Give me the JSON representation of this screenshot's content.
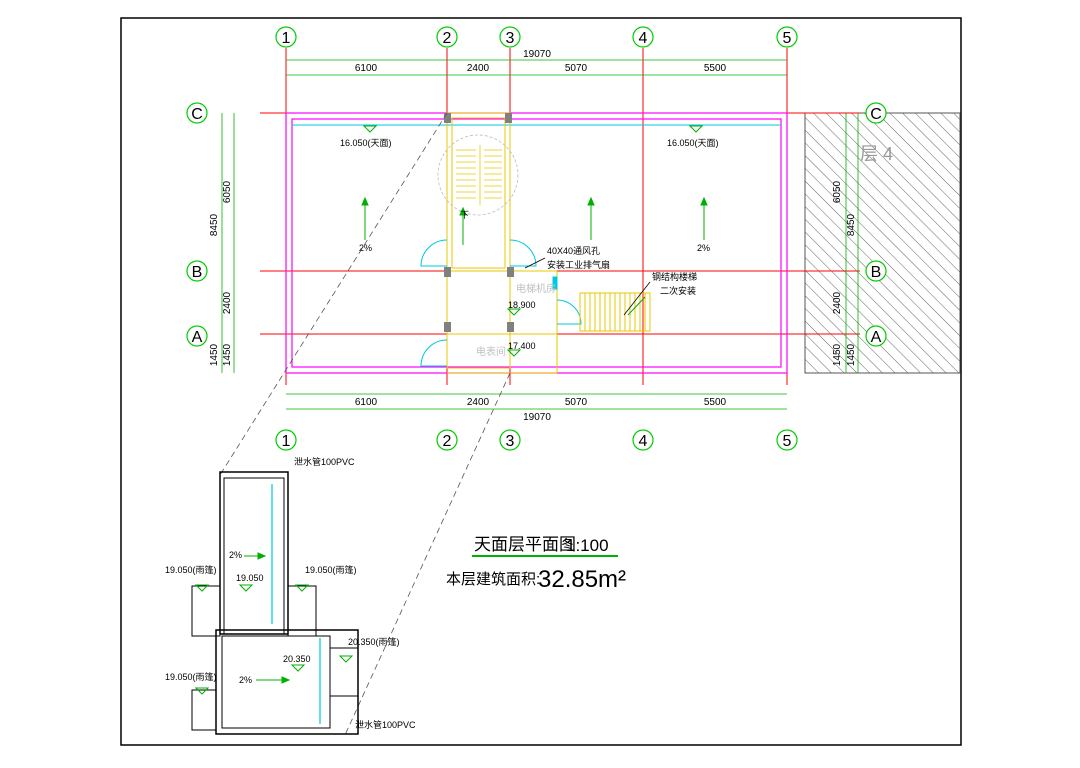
{
  "drawing": {
    "title": "天面层平面图",
    "scale": "1:100",
    "area_label": "本层建筑面积:",
    "area_value": "32.85m²"
  },
  "axes": {
    "columns": [
      "1",
      "2",
      "3",
      "4",
      "5"
    ],
    "rows": [
      "C",
      "B",
      "A"
    ]
  },
  "dimensions": {
    "top_segments": [
      "6100",
      "2400",
      "5070",
      "5500"
    ],
    "top_total": "19070",
    "bottom_segments": [
      "6100",
      "2400",
      "5070",
      "5500"
    ],
    "bottom_total": "19070",
    "left_outer": "8450",
    "left_inner": [
      "6050",
      "2400",
      "1450"
    ],
    "left_bottom": "1450",
    "right_outer": "8450",
    "right_inner": [
      "6050",
      "2400",
      "1450"
    ],
    "right_bottom": "1450"
  },
  "plan_labels": {
    "roof_level_left": "16.050(天面)",
    "roof_level_right": "16.050(天面)",
    "slope_left": "2%",
    "slope_right": "2%",
    "stair_down": "下",
    "vent_note_1": "40X40通风孔",
    "vent_note_2": "安装工业排气扇",
    "ladder_note_1": "钢结构楼梯",
    "ladder_note_2": "二次安装",
    "level_1": "18.900",
    "level_2": "17.400",
    "room_machine": "电梯机房",
    "room_meter": "电表间",
    "hatch_text": "层 4"
  },
  "detail": {
    "drain_top": "泄水管100PVC",
    "drain_bottom": "泄水管100PVC",
    "slope_upper": "2%",
    "slope_lower": "2%",
    "lvl_upper_left": "19.050(雨篷)",
    "lvl_upper_mid": "19.050",
    "lvl_upper_right": "19.050(雨篷)",
    "lvl_lower_right": "20.350(雨篷)",
    "lvl_lower_mid": "20.350",
    "lvl_lower_left": "19.050(雨篷)"
  },
  "colors": {
    "grid_red": "#ff0000",
    "wall_magenta": "#ff00ff",
    "dim_green": "#00b000",
    "axis_circle_green": "#00cc00",
    "stair_yellow": "#e8c800",
    "cyan": "#00c8e0",
    "column_gray": "#808080"
  }
}
